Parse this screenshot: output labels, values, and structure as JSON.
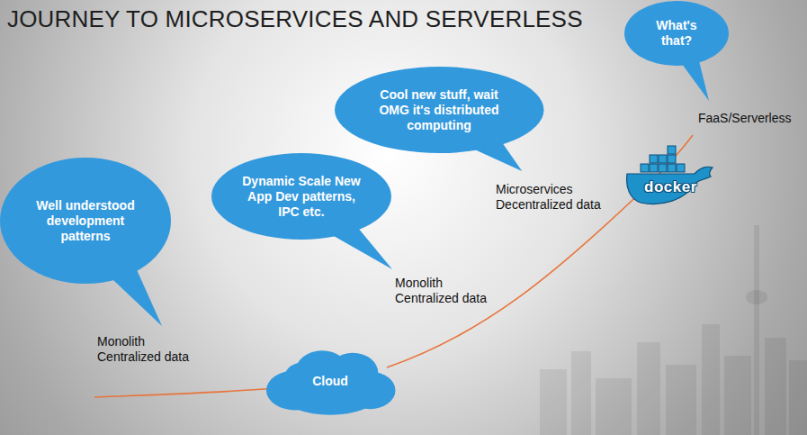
{
  "diagram": {
    "title": "JOURNEY TO MICROSERVICES AND SERVERLESS",
    "nodes": [
      {
        "text": [
          "Well understood development patterns"
        ]
      },
      {
        "text": [
          "Dynamic Scale New App Dev patterns, IPC etc."
        ]
      },
      {
        "text": [
          "Cool new stuff, wait OMG it's distributed computing"
        ]
      },
      {
        "text": [
          "What's that?"
        ]
      },
      {
        "text": [
          "Cloud"
        ]
      }
    ],
    "labels": [
      "Monolith Centralized data",
      "Monolith Centralized data",
      "Microservices Decentralized data",
      "docker",
      "FaaS/Serverless"
    ]
  }
}
